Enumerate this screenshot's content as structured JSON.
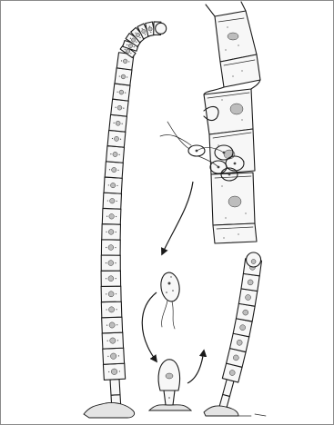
{
  "figure": {
    "caption_credit": "",
    "colors": {
      "background": "#ffffff",
      "ink": "#1a1a1a",
      "stipple": "#444444",
      "frame": "#8a8a8a"
    },
    "subjects": [
      "long-filament",
      "host-filament-with-sporangium",
      "zoospore",
      "young-germling",
      "developing-filament"
    ]
  }
}
